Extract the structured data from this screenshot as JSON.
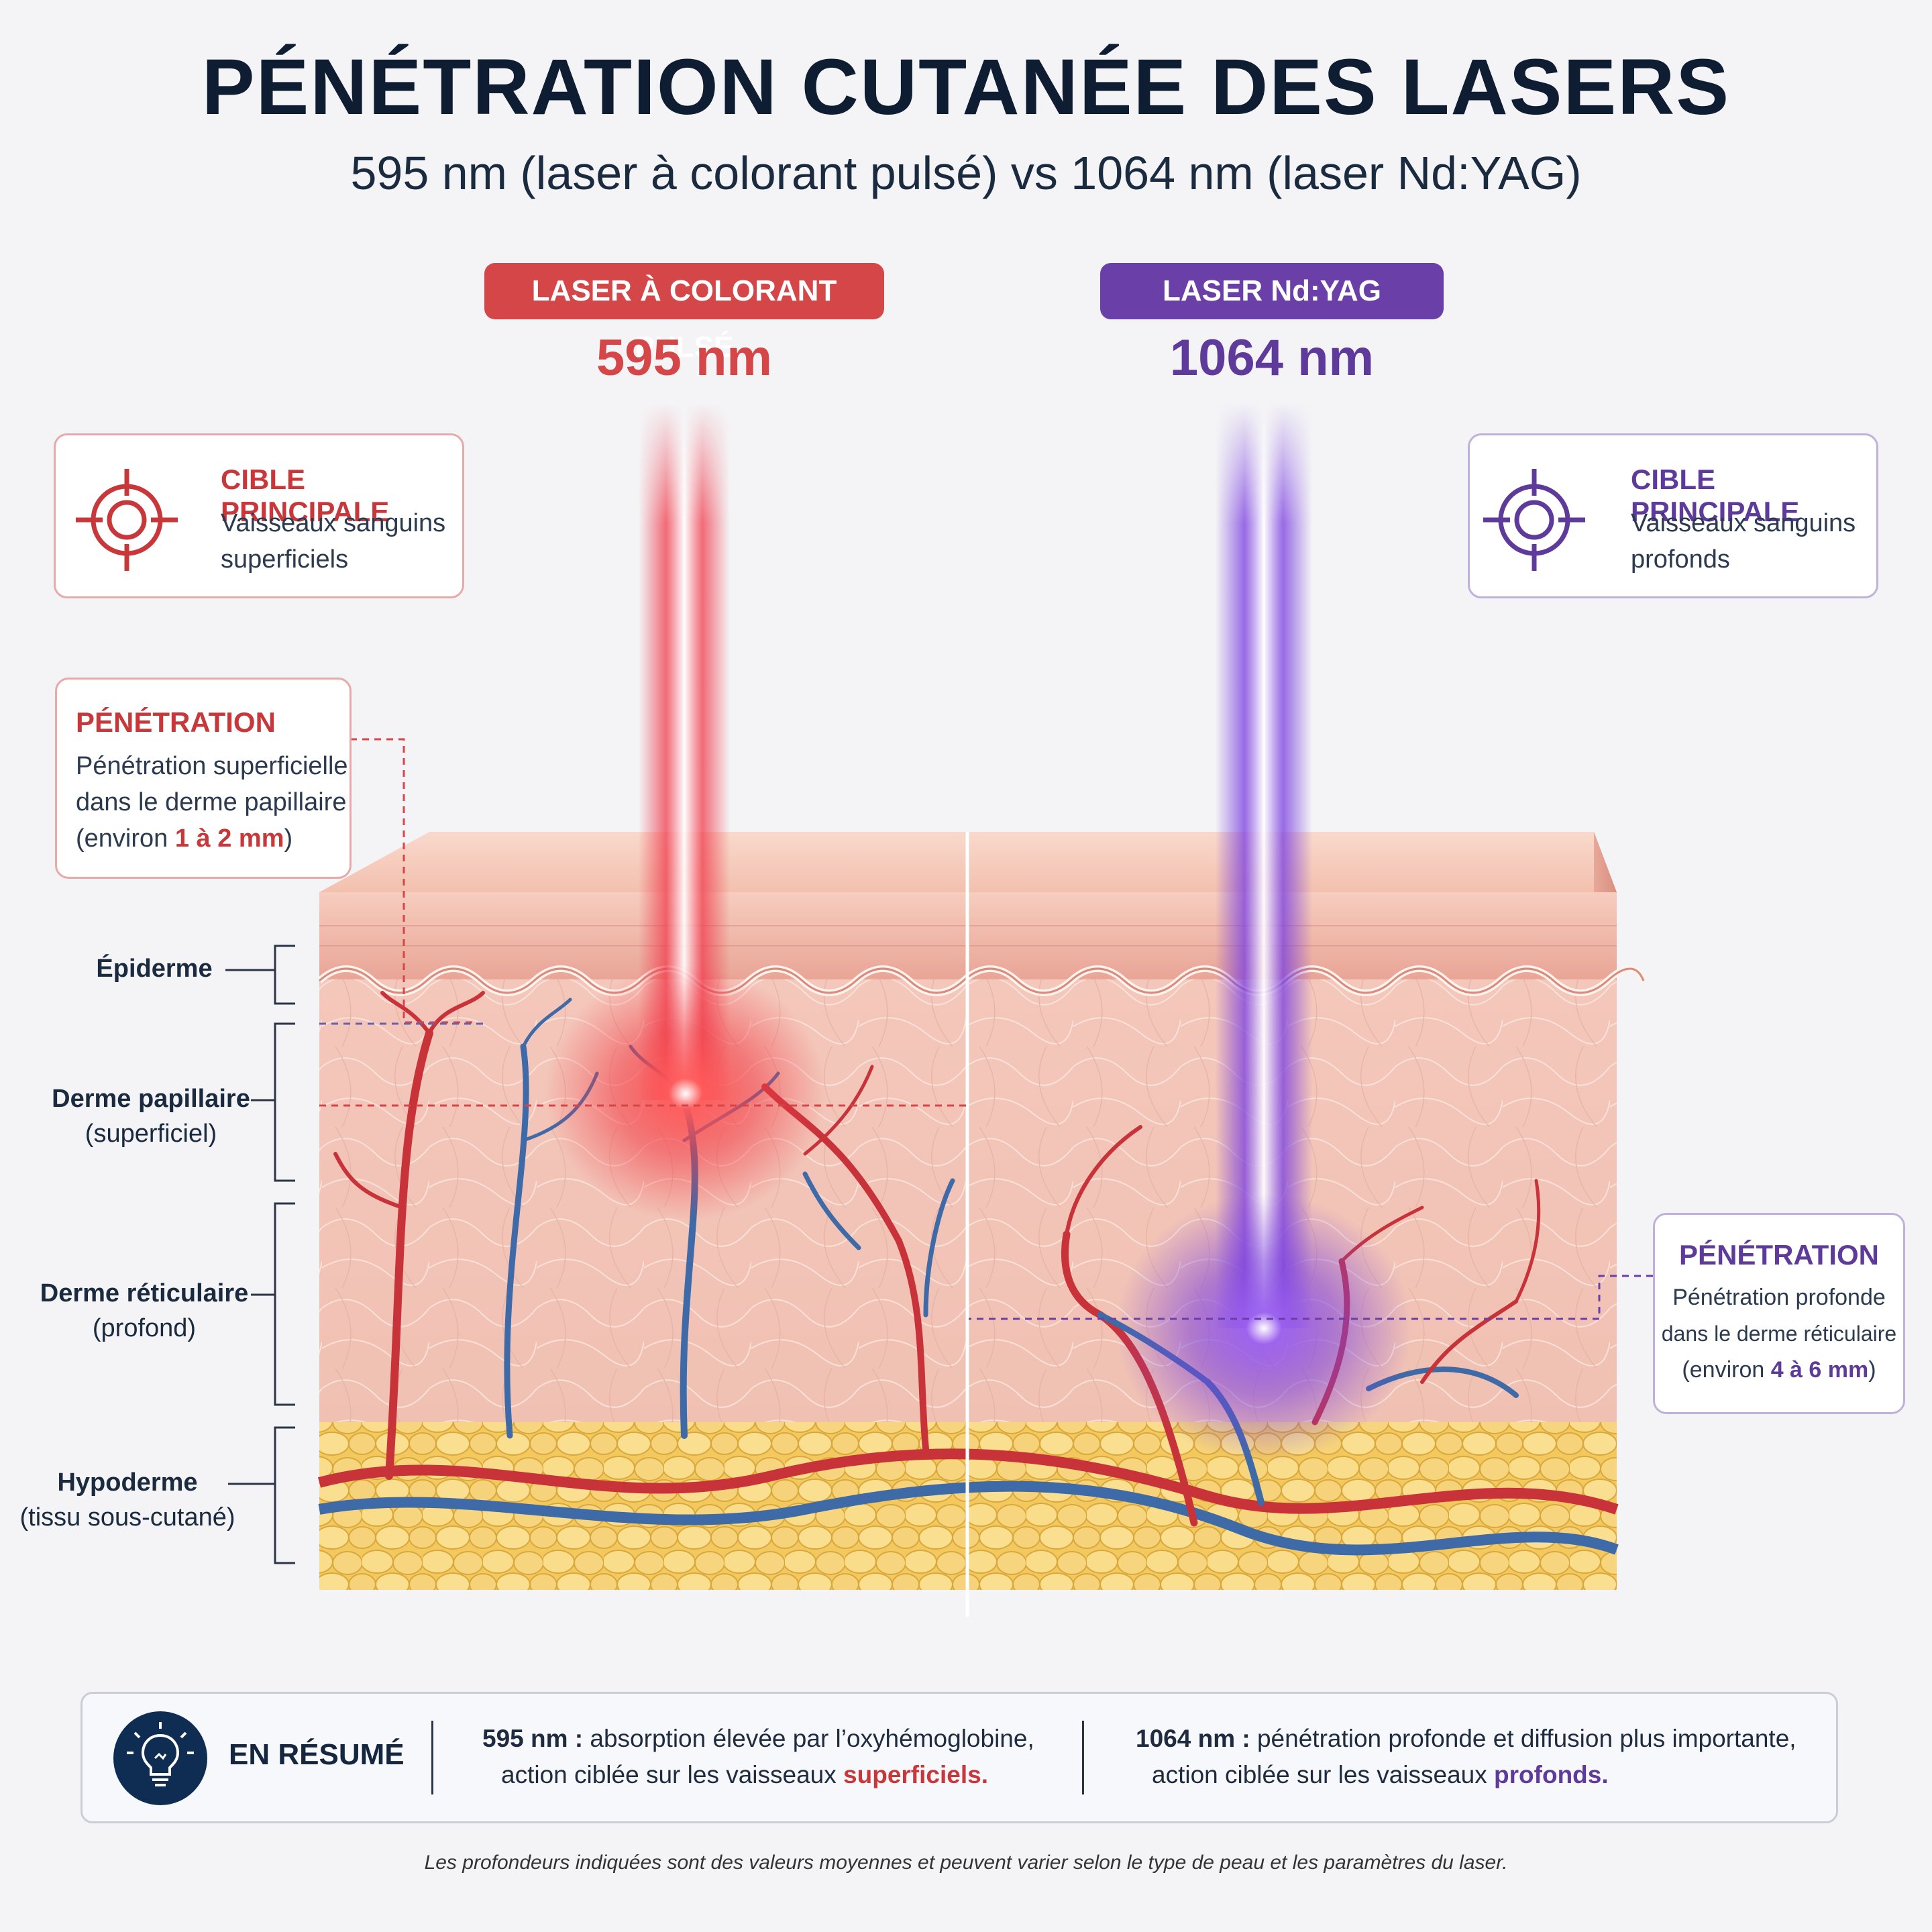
{
  "title": "PÉNÉTRATION CUTANÉE DES LASERS",
  "subtitle": "595 nm (laser à colorant pulsé) vs 1064 nm (laser Nd:YAG)",
  "lasers": [
    {
      "label": "LASER À COLORANT PULSÉ",
      "wavelength": "595 nm",
      "color": "#d44648"
    },
    {
      "label": "LASER Nd:YAG",
      "wavelength": "1064 nm",
      "color": "#6b3fa8"
    }
  ],
  "target_cards": [
    {
      "heading": "CIBLE PRINCIPALE",
      "line1": "Vaisseaux sanguins",
      "line2": "superficiels",
      "icon": "target-icon"
    },
    {
      "heading": "CIBLE PRINCIPALE",
      "line1": "Vaisseaux sanguins",
      "line2": "profonds",
      "icon": "target-icon"
    }
  ],
  "penetration_cards": [
    {
      "heading": "PÉNÉTRATION",
      "line1": "Pénétration superficielle",
      "line2": "dans le derme papillaire",
      "line3_prefix": "(environ ",
      "depth": "1 à 2 mm",
      "line3_suffix": ")"
    },
    {
      "heading": "PÉNÉTRATION",
      "line1": "Pénétration profonde",
      "line2": "dans le derme réticulaire",
      "line3_prefix": "(environ ",
      "depth": "4 à 6 mm",
      "line3_suffix": ")"
    }
  ],
  "layers": [
    {
      "name": "Épiderme",
      "detail": ""
    },
    {
      "name": "Derme papillaire",
      "detail": "(superficiel)"
    },
    {
      "name": "Derme réticulaire",
      "detail": "(profond)"
    },
    {
      "name": "Hypoderme",
      "detail": "(tissu sous-cutané)"
    }
  ],
  "summary": {
    "heading": "EN RÉSUMÉ",
    "icon": "lightbulb-icon",
    "left": {
      "key": "595 nm :",
      "text1": " absorption élevée par l’oxyhémoglobine,",
      "text2": "action ciblée sur les vaisseaux ",
      "emph": "superficiels."
    },
    "right": {
      "key": "1064 nm :",
      "text1": " pénétration profonde et diffusion plus importante,",
      "text2": "action ciblée sur les vaisseaux ",
      "emph": "profonds."
    }
  },
  "footnote": "Les profondeurs indiquées sont des valeurs moyennes et peuvent varier selon le type de peau et les paramètres du laser.",
  "colors": {
    "red": "#d44648",
    "purple": "#6b3fa8",
    "navy": "#0f2d52",
    "fat": "#f3c764",
    "skin": "#f1b7a6"
  }
}
